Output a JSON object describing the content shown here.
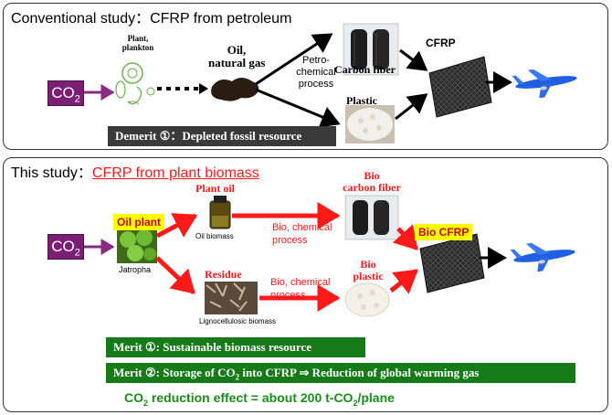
{
  "top": {
    "title": "Conventional study：CFRP from petroleum",
    "co2": "CO",
    "co2_sub": "2",
    "plant_label_1": "Plant,",
    "plant_label_2": "plankton",
    "oil_label_1": "Oil,",
    "oil_label_2": "natural gas",
    "process_1": "Petro-",
    "process_2": "chemical",
    "process_3": "process",
    "carbon_fiber": "Carbon fiber",
    "plastic": "Plastic",
    "cfrp": "CFRP",
    "demerit": "Demerit ①：Depleted fossil resource"
  },
  "bottom": {
    "title_prefix": "This study：",
    "title_main": "CFRP from plant biomass",
    "co2": "CO",
    "co2_sub": "2",
    "oil_plant": "Oil plant",
    "jatropha": "Jatropha",
    "plant_oil": "Plant oil",
    "oil_biomass": "Oil biomass",
    "residue": "Residue",
    "lignocellulosic": "Lignocellulosic biomass",
    "process_top_1": "Bio, chemical",
    "process_top_2": "process",
    "process_bottom_1": "Bio, chemical",
    "process_bottom_2": "process",
    "bio_carbon_fiber_1": "Bio",
    "bio_carbon_fiber_2": "carbon fiber",
    "bio_plastic_1": "Bio",
    "bio_plastic_2": "plastic",
    "bio_cfrp": "Bio CFRP",
    "merit1": "Merit ①:   Sustainable biomass resource",
    "merit2_a": "Merit ②:   Storage of CO",
    "merit2_sub": "2",
    "merit2_b": " into CFRP  ⇒  Reduction of global warming gas",
    "effect_a": "CO",
    "effect_sub": "2",
    "effect_b": " reduction effect = about 200 t-CO",
    "effect_sub2": "2",
    "effect_c": "/plane"
  },
  "colors": {
    "co2_box": "#7a1f73",
    "arrow_black": "#000000",
    "arrow_red": "#ff1a1a",
    "merit_bar": "#157a17",
    "demerit_bar": "#3a3a3a",
    "highlight": "#ffff00",
    "airplane": "#1f5fe0"
  }
}
